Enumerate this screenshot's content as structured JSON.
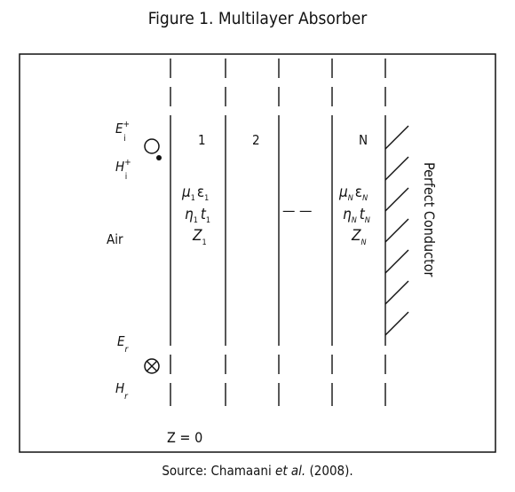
{
  "figure": {
    "title": "Figure 1. Multilayer Absorber",
    "source_prefix": "Source: Chamaani ",
    "source_italic": "et al.",
    "source_suffix": " (2008)."
  },
  "fields": {
    "e_incident": "E",
    "e_incident_sup": "+",
    "e_incident_sub": "i",
    "h_incident": "H",
    "h_incident_sup": "+",
    "h_incident_sub": "i",
    "e_reflected": "E",
    "e_reflected_sub": "r",
    "h_reflected": "H",
    "h_reflected_sub": "r"
  },
  "media": {
    "air_label": "Air",
    "layer1_number": "1",
    "layer2_number": "2",
    "layerN_number": "N",
    "layer1_mu": "μ",
    "layer1_mu_sub": "1",
    "layer1_eps": "ε",
    "layer1_eps_sub": "1",
    "layer1_eta": "η",
    "layer1_eta_sub": "1",
    "layer1_t": "t",
    "layer1_t_sub": "1",
    "layer1_z": "Z",
    "layer1_z_sub": "1",
    "layerN_mu": "μ",
    "layerN_mu_sub": "N",
    "layerN_eps": "ε",
    "layerN_eps_sub": "N",
    "layerN_eta": "η",
    "layerN_eta_sub": "N",
    "layerN_t": "t",
    "layerN_t_sub": "N",
    "layerN_z": "Z",
    "layerN_z_sub": "N",
    "conductor_label": "Perfect Conductor",
    "z_origin": "Z = 0",
    "ellipsis": "— —"
  }
}
